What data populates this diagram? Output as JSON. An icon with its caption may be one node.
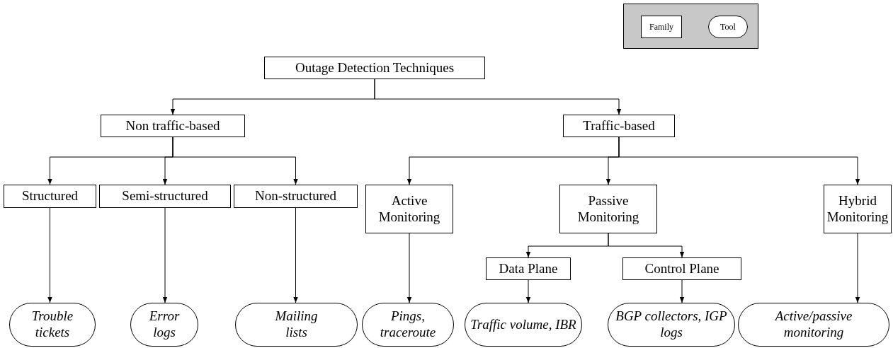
{
  "diagram": {
    "nodes": [
      {
        "text": [
          "Outage Detection Techniques"
        ]
      },
      {
        "text": [
          "Non traffic-based"
        ]
      },
      {
        "text": [
          "Traffic-based"
        ]
      },
      {
        "text": [
          "Structured"
        ]
      },
      {
        "text": [
          "Semi-structured"
        ]
      },
      {
        "text": [
          "Non-structured"
        ]
      },
      {
        "text": [
          "Active Monitoring"
        ]
      },
      {
        "text": [
          "Passive Monitoring"
        ]
      },
      {
        "text": [
          "Hybrid Monitoring"
        ]
      },
      {
        "text": [
          "Data Plane"
        ]
      },
      {
        "text": [
          "Control Plane"
        ]
      },
      {
        "text": [
          "Trouble tickets"
        ]
      },
      {
        "text": [
          "Error logs"
        ]
      },
      {
        "text": [
          "Mailing lists"
        ]
      },
      {
        "text": [
          "Pings, traceroute"
        ]
      },
      {
        "text": [
          "Traffic volume, IBR"
        ]
      },
      {
        "text": [
          "BGP collectors, IGP logs"
        ]
      },
      {
        "text": [
          "Active/passive monitoring"
        ]
      }
    ],
    "edges": [
      {
        "from": 0,
        "to": 1,
        "arrow": "to"
      },
      {
        "from": 0,
        "to": 2,
        "arrow": "to"
      },
      {
        "from": 1,
        "to": 3,
        "arrow": "to"
      },
      {
        "from": 1,
        "to": 4,
        "arrow": "to"
      },
      {
        "from": 1,
        "to": 5,
        "arrow": "to"
      },
      {
        "from": 2,
        "to": 6,
        "arrow": "to"
      },
      {
        "from": 2,
        "to": 7,
        "arrow": "to"
      },
      {
        "from": 2,
        "to": 8,
        "arrow": "to"
      },
      {
        "from": 7,
        "to": 9,
        "arrow": "to"
      },
      {
        "from": 7,
        "to": 10,
        "arrow": "to"
      },
      {
        "from": 3,
        "to": 11,
        "arrow": "to"
      },
      {
        "from": 4,
        "to": 12,
        "arrow": "to"
      },
      {
        "from": 5,
        "to": 13,
        "arrow": "to"
      },
      {
        "from": 6,
        "to": 14,
        "arrow": "to"
      },
      {
        "from": 9,
        "to": 15,
        "arrow": "to"
      },
      {
        "from": 10,
        "to": 16,
        "arrow": "to"
      },
      {
        "from": 8,
        "to": 17,
        "arrow": "to"
      }
    ],
    "legend": [
      {
        "text": "Family"
      },
      {
        "text": "Tool"
      }
    ]
  }
}
